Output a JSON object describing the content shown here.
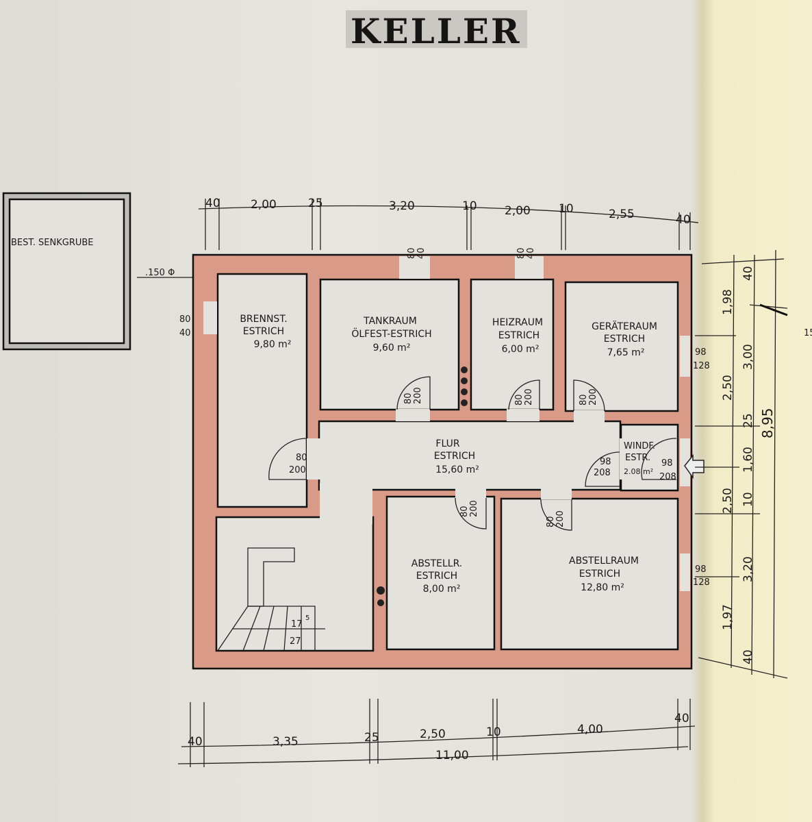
{
  "title": "KELLER",
  "senkgrube": {
    "label": "BEST. SENKGRUBE",
    "pipe": ".150 Φ"
  },
  "rooms": [
    {
      "name": "BRENNST.",
      "floor": "ESTRICH",
      "area": "9,80 m²"
    },
    {
      "name": "TANKRAUM",
      "floor": "ÖLFEST-ESTRICH",
      "area": "9,60 m²"
    },
    {
      "name": "HEIZRAUM",
      "floor": "ESTRICH",
      "area": "6,00 m²"
    },
    {
      "name": "GERÄTERAUM",
      "floor": "ESTRICH",
      "area": "7,65 m²"
    },
    {
      "name": "FLUR",
      "floor": "ESTRICH",
      "area": "15,60 m²"
    },
    {
      "name": "WINDF.",
      "floor": "ESTR.",
      "area": "2.08 m²"
    },
    {
      "name": "ABSTELLR.",
      "floor": "ESTRICH",
      "area": "8,00 m²"
    },
    {
      "name": "ABSTELLRAUM",
      "floor": "ESTRICH",
      "area": "12,80 m²"
    }
  ],
  "doors": {
    "d80_200": "80",
    "d80_200_h": "200",
    "d98": "98",
    "d208": "208",
    "win80": "80",
    "win40": "40",
    "win98": "98",
    "win128": "128"
  },
  "stair": {
    "rise": "17",
    "rise_frac": "5",
    "run": "27"
  },
  "dims_top": [
    "40",
    "2,00",
    "25",
    "3,20",
    "10",
    "2,00",
    "10",
    "2,55",
    "40"
  ],
  "dims_bottom": [
    "40",
    "3,35",
    "25",
    "2,50",
    "10",
    "4,00",
    "40"
  ],
  "dim_total_width": "11,00",
  "dims_right_inner": [
    "1,98",
    "2,50",
    "2,50",
    "1,97"
  ],
  "dims_right_mid": [
    "40",
    "3,00",
    "25",
    "1,60",
    "10",
    "3,20",
    "40"
  ],
  "dim_total_depth": "8,95",
  "edge_text": "15"
}
